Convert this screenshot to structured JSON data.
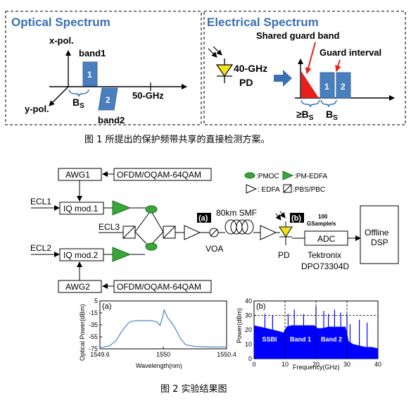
{
  "fig1": {
    "optical_title": "Optical Spectrum",
    "electrical_title": "Electrical Spectrum",
    "xpol": "x-pol.",
    "ypol": "y-pol.",
    "band1": "band1",
    "band2": "band2",
    "freq50": "50-GHz",
    "bs": "B",
    "bs_sub": "S",
    "box1": "1",
    "box2": "2",
    "pd_label_line1": "40-GHz",
    "pd_label_line2": "PD",
    "shared_guard_band": "Shared guard band",
    "guard_interval": "Guard interval",
    "ge_bs": "≥B",
    "ge_bs_sub": "S",
    "bs_right": "B",
    "bs_right_sub": "S",
    "caption": "图 1 所提出的保护频带共享的直接检测方案。"
  },
  "fig2": {
    "awg1": "AWG1",
    "awg2": "AWG2",
    "ofdm1": "OFDM/OQAM-64QAM",
    "ofdm2": "OFDM/OQAM-64QAM",
    "ecl1": "ECL1",
    "ecl2": "ECL2",
    "ecl3": "ECL3",
    "iq1": "IQ mod.1",
    "iq2": "IQ mod.2",
    "legend_pmoc": ":PMOC",
    "legend_pmedfa": ":PM-EDFA",
    "legend_edfa": ": EDFA",
    "legend_pbs": ":PBS/PBC",
    "marker_a": "(a)",
    "marker_b": "(b)",
    "smf": "80km SMF",
    "voa": "VOA",
    "pd": "PD",
    "adc_rate_num": "100",
    "adc_rate_unit": "GSample/s",
    "adc": "ADC",
    "scope_line1": "Tektronix",
    "scope_line2": "DPO73304D",
    "offline_line1": "Offline",
    "offline_line2": "DSP",
    "caption": "图 2 实验结果图"
  },
  "chart_data": [
    {
      "type": "line",
      "panel_label": "(a)",
      "xlabel": "Wavelength(nm)",
      "ylabel": "Optical Power(dBm)",
      "x_ticks": [
        "1549.6",
        "1550",
        "1550.4"
      ],
      "y_ticks": [
        "5",
        "-15",
        "-35",
        "-55",
        "-75"
      ],
      "xlim": [
        1549.6,
        1550.4
      ],
      "ylim": [
        -75,
        5
      ],
      "x": [
        1549.6,
        1549.66,
        1549.7,
        1549.74,
        1549.78,
        1549.8,
        1549.83,
        1549.87,
        1549.9,
        1549.93,
        1549.96,
        1549.98,
        1549.99,
        1550.0,
        1550.005,
        1550.015,
        1550.03,
        1550.05,
        1550.07,
        1550.09,
        1550.11,
        1550.14,
        1550.2,
        1550.3,
        1550.4
      ],
      "y": [
        -73,
        -70,
        -62,
        -45,
        -32,
        -29,
        -28,
        -28,
        -28,
        -28,
        -30,
        -36,
        -27,
        -18,
        -10,
        -16,
        -24,
        -30,
        -38,
        -48,
        -58,
        -68,
        -71,
        -72,
        -72
      ],
      "grid": false
    },
    {
      "type": "bar",
      "panel_label": "(b)",
      "xlabel": "Frequency(GHz)",
      "ylabel": "Power(dBm)",
      "x_ticks": [
        "0",
        "10",
        "20",
        "30",
        "40"
      ],
      "y_ticks": [
        "0",
        "10",
        "20",
        "30",
        "40"
      ],
      "xlim": [
        0,
        40
      ],
      "ylim": [
        0,
        40
      ],
      "region_labels": [
        "SSBI",
        "Band 1",
        "Band 2"
      ],
      "dashed_vlines": [
        10,
        20,
        30
      ],
      "dashed_hline": 30,
      "x": [
        0,
        2,
        4,
        6,
        8,
        9.5,
        10.5,
        12,
        14,
        16,
        18,
        19.5,
        20.5,
        22,
        24,
        26,
        28,
        29.5,
        30.5,
        32,
        34,
        36,
        38,
        40
      ],
      "y": [
        23,
        22,
        21,
        20,
        19,
        18,
        22,
        23,
        23,
        23,
        23,
        23,
        21,
        21,
        22,
        22,
        22,
        22,
        12,
        10,
        9,
        8,
        8,
        7
      ],
      "spikes_x": [
        3.5,
        6,
        11,
        13,
        16,
        20,
        22.5,
        24,
        26,
        28,
        30,
        31,
        34,
        36.5
      ],
      "spikes_y": [
        31,
        30,
        31,
        34,
        31,
        36,
        33,
        31,
        34,
        32,
        31,
        24,
        27,
        25
      ],
      "color": "#0000ff",
      "grid": false
    }
  ]
}
